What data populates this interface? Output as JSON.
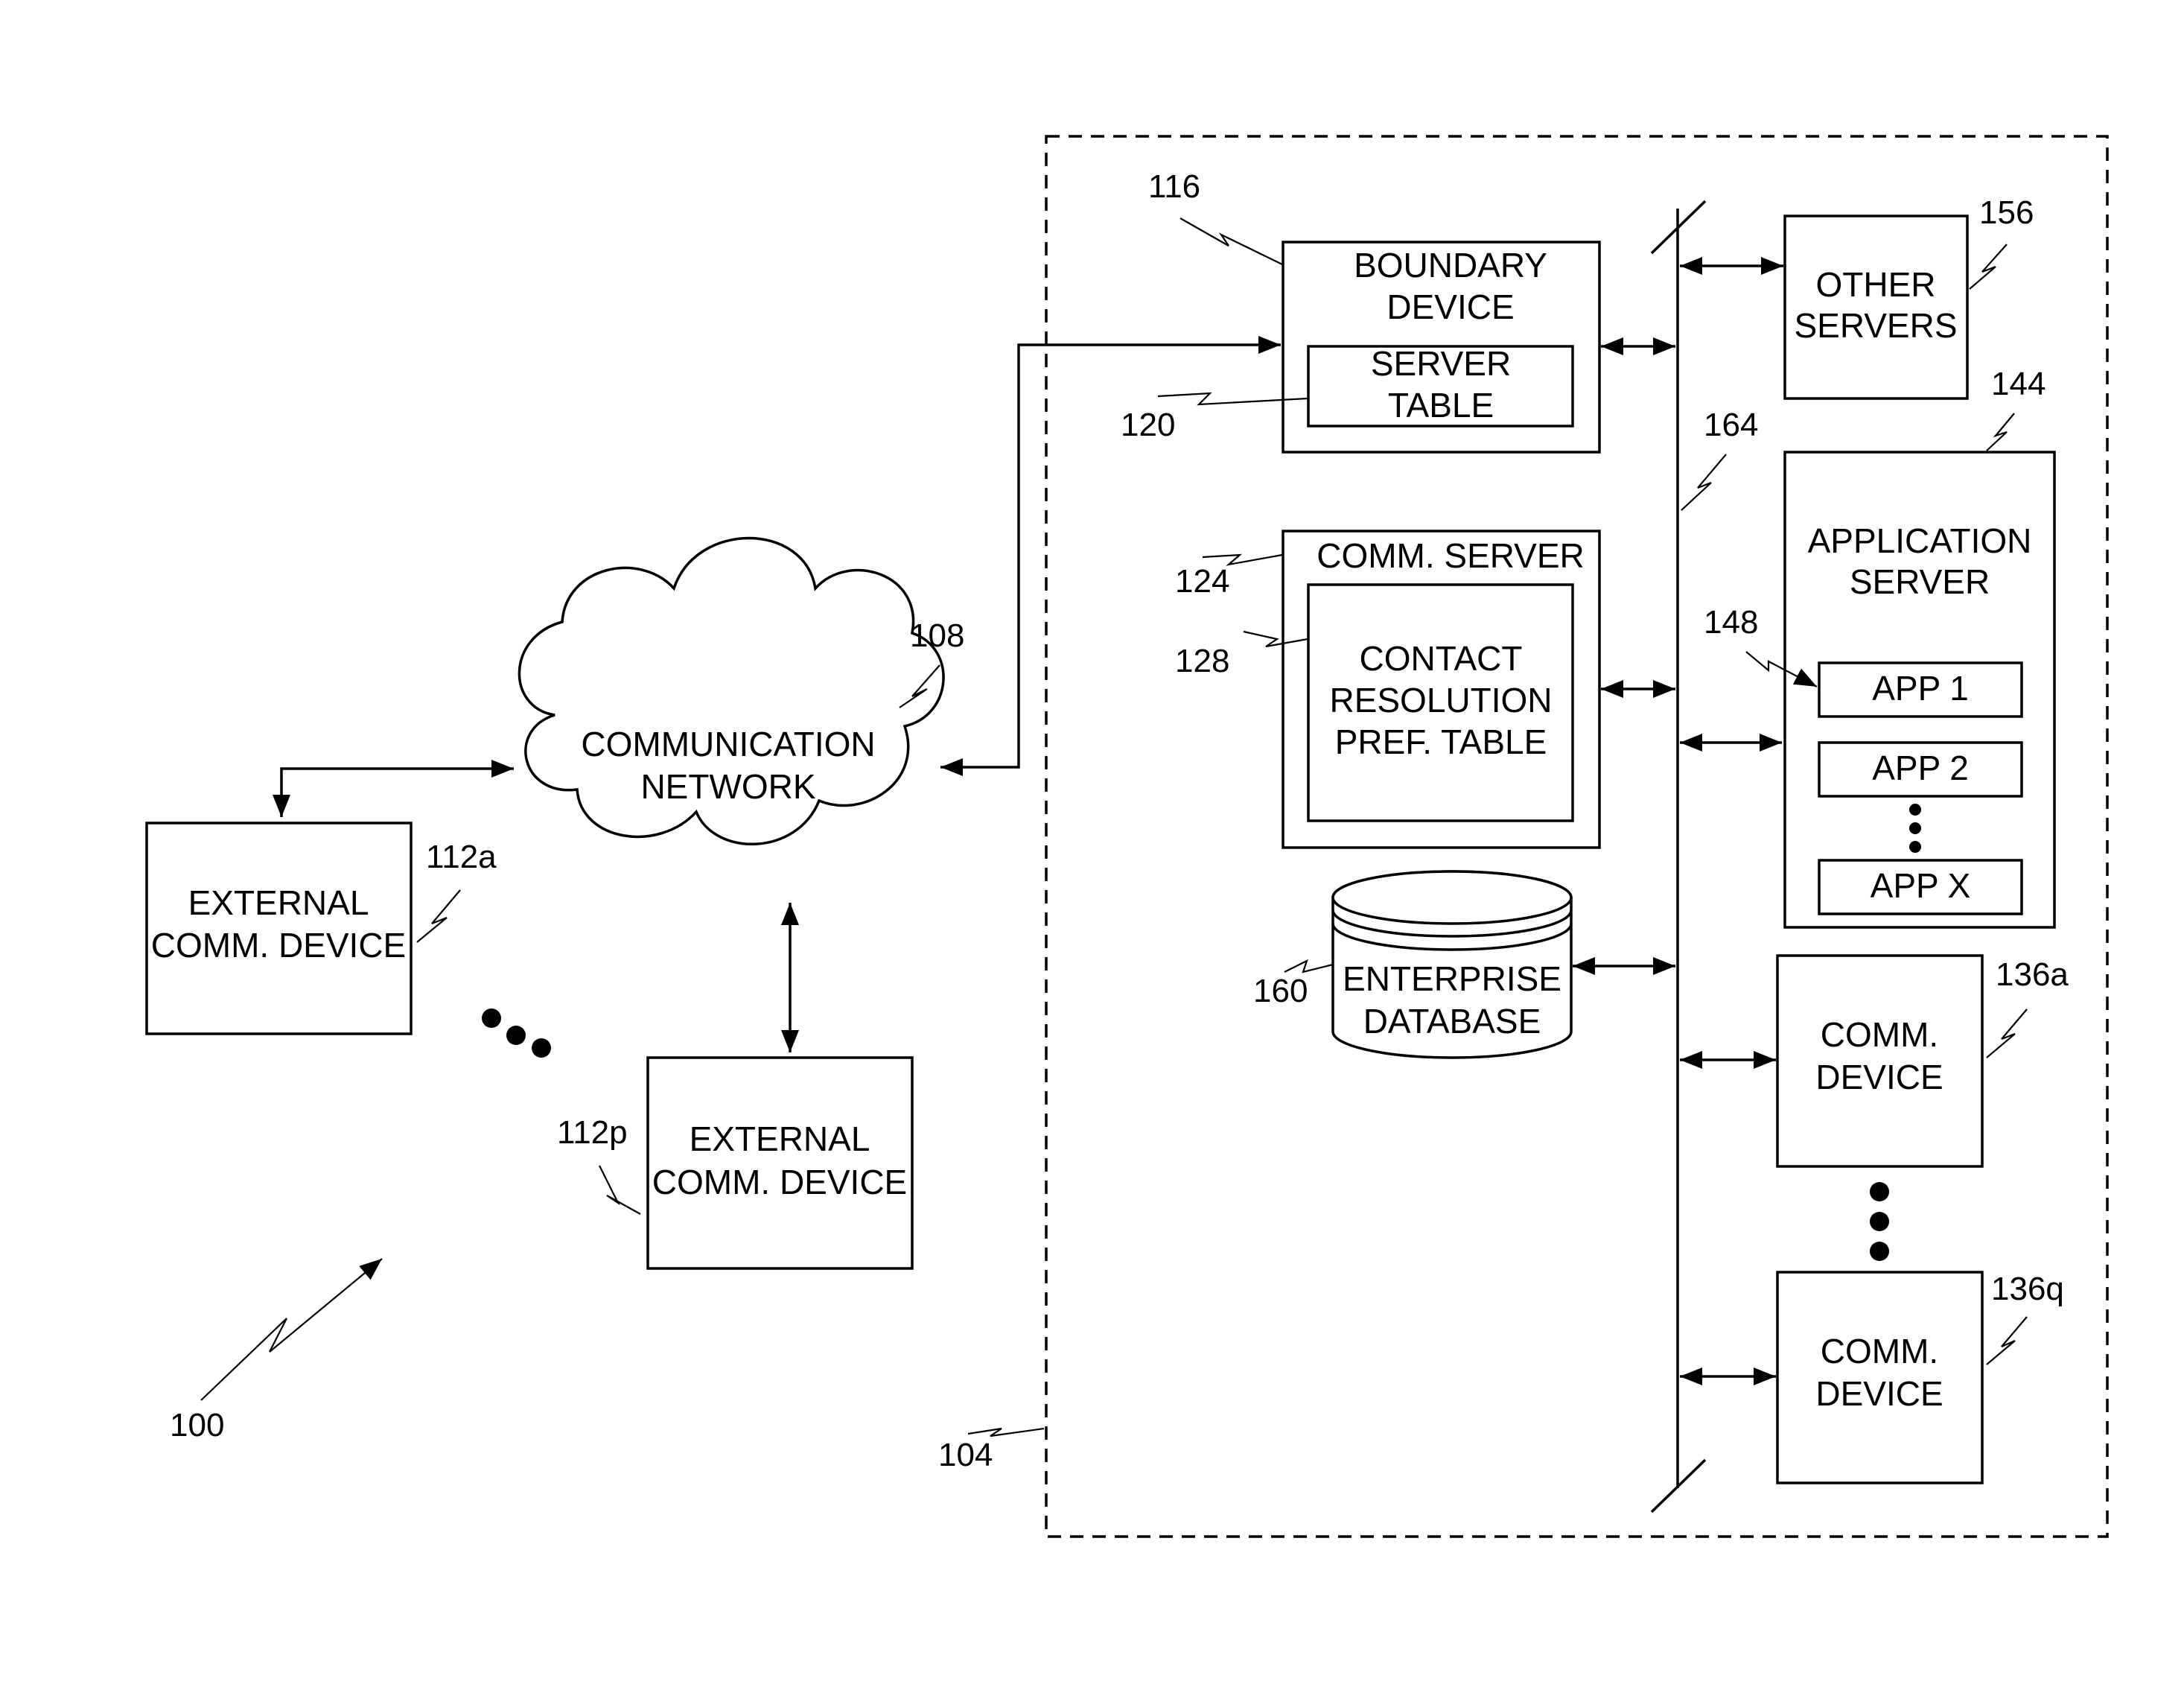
{
  "figure_number": "100",
  "enterprise": {
    "ref": "104"
  },
  "network": {
    "label_line1": "COMMUNICATION",
    "label_line2": "NETWORK",
    "ref": "108"
  },
  "external_device_a": {
    "label_line1": "EXTERNAL",
    "label_line2": "COMM. DEVICE",
    "ref": "112a"
  },
  "external_device_p": {
    "label_line1": "EXTERNAL",
    "label_line2": "COMM. DEVICE",
    "ref": "112p"
  },
  "boundary_device": {
    "label_line1": "BOUNDARY",
    "label_line2": "DEVICE",
    "ref": "116",
    "server_table": {
      "label_line1": "SERVER",
      "label_line2": "TABLE",
      "ref": "120"
    }
  },
  "comm_server": {
    "label": "COMM. SERVER",
    "ref": "124",
    "contact_table": {
      "label_line1": "CONTACT",
      "label_line2": "RESOLUTION",
      "label_line3": "PREF. TABLE",
      "ref": "128"
    }
  },
  "enterprise_database": {
    "label_line1": "ENTERPRISE",
    "label_line2": "DATABASE",
    "ref": "160"
  },
  "bus": {
    "ref": "164"
  },
  "other_servers": {
    "label_line1": "OTHER",
    "label_line2": "SERVERS",
    "ref": "156"
  },
  "application_server": {
    "label_line1": "APPLICATION",
    "label_line2": "SERVER",
    "ref": "144",
    "apps_ref": "148",
    "apps": [
      "APP 1",
      "APP 2",
      "APP X"
    ]
  },
  "comm_device_a": {
    "label_line1": "COMM.",
    "label_line2": "DEVICE",
    "ref": "136a"
  },
  "comm_device_q": {
    "label_line1": "COMM.",
    "label_line2": "DEVICE",
    "ref": "136q"
  }
}
